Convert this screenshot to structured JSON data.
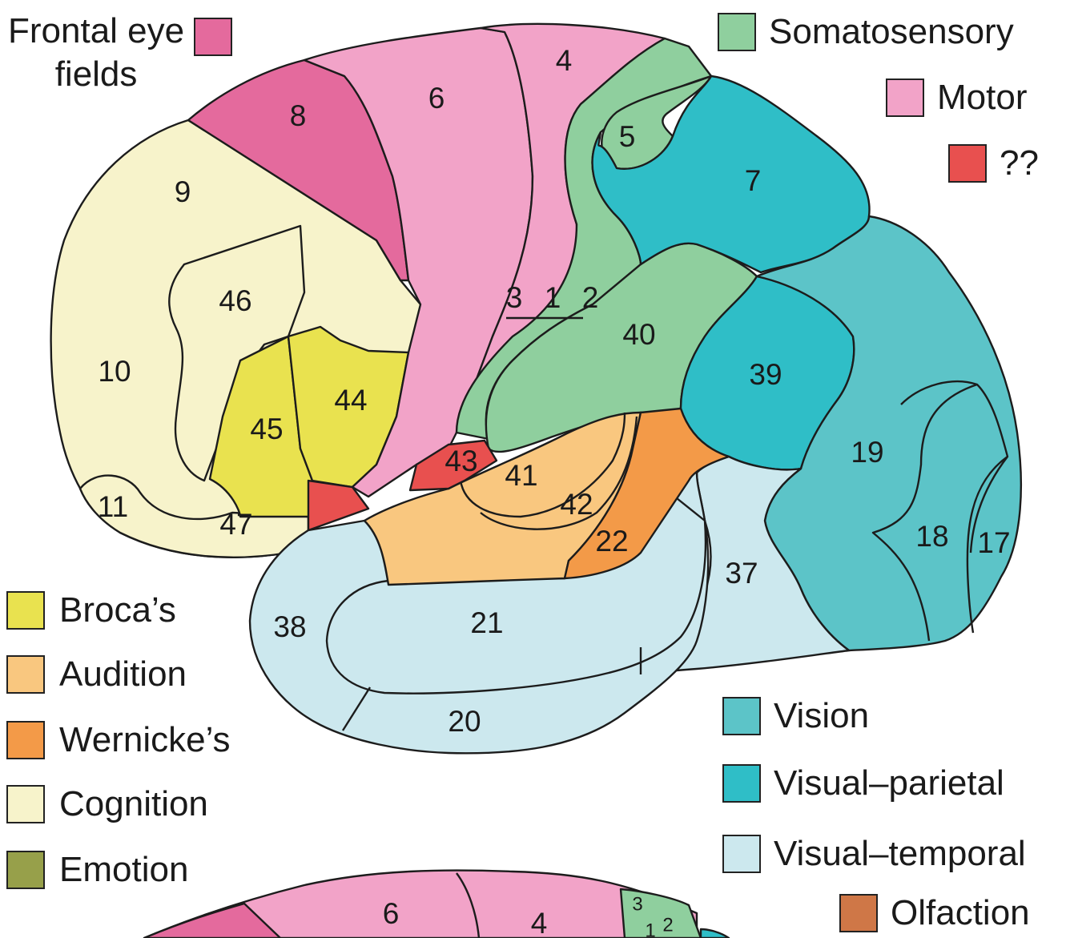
{
  "colors": {
    "frontal_eye_fields": "#e46a9d",
    "somatosensory": "#8fcf9e",
    "motor": "#f2a3c8",
    "unknown": "#e8504f",
    "brocas": "#e9e24f",
    "audition": "#f9c77f",
    "wernickes": "#f39a48",
    "cognition": "#f7f3cb",
    "emotion": "#97a04a",
    "vision": "#5cc4c8",
    "visual_parietal": "#2fbec7",
    "visual_temporal": "#cce8ee",
    "olfaction": "#cf7747"
  },
  "legend": {
    "frontal_eye_fields": {
      "line1": "Frontal eye",
      "line2": "fields"
    },
    "somatosensory": "Somatosensory",
    "motor": "Motor",
    "unknown": "??",
    "brocas": "Broca’s",
    "audition": "Audition",
    "wernickes": "Wernicke’s",
    "cognition": "Cognition",
    "emotion": "Emotion",
    "vision": "Vision",
    "visual_parietal": "Visual–parietal",
    "visual_temporal": "Visual–temporal",
    "olfaction": "Olfaction"
  },
  "areas": {
    "a4": "4",
    "a5": "5",
    "a6": "6",
    "a7": "7",
    "a8": "8",
    "a9": "9",
    "a10": "10",
    "a11": "11",
    "a17": "17",
    "a18": "18",
    "a19": "19",
    "a20": "20",
    "a21": "21",
    "a22": "22",
    "a37": "37",
    "a38": "38",
    "a39": "39",
    "a40": "40",
    "a41": "41",
    "a42": "42",
    "a43": "43",
    "a44": "44",
    "a45": "45",
    "a46": "46",
    "a47": "47",
    "a312_3": "3",
    "a312_1": "1",
    "a312_2": "2"
  },
  "lower_brain": {
    "a6": "6",
    "a4": "4",
    "a3": "3",
    "a1": "1",
    "a2": "2"
  }
}
